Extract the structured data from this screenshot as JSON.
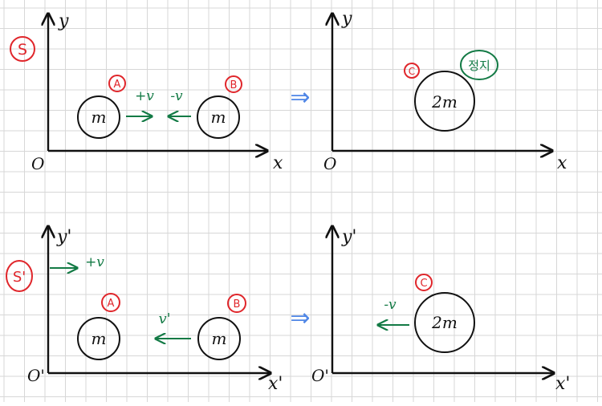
{
  "colors": {
    "grid": "#d7d7d7",
    "ink": "#111111",
    "red": "#e0262b",
    "green": "#137a45",
    "blue": "#4f86e6",
    "background": "#ffffff"
  },
  "panels": {
    "top_left": {
      "frame_label": "S",
      "origin": "O",
      "x_axis": "x",
      "y_axis": "y",
      "ball_a": {
        "tag": "A",
        "mass": "m",
        "velocity": "+v"
      },
      "ball_b": {
        "tag": "B",
        "mass": "m",
        "velocity": "-v"
      }
    },
    "top_right": {
      "origin": "O",
      "x_axis": "x",
      "y_axis": "y",
      "ball_c": {
        "tag": "C",
        "mass": "2m",
        "state": "정지"
      }
    },
    "bottom_left": {
      "frame_label": "S'",
      "frame_velocity": "+v",
      "origin": "O'",
      "x_axis": "x'",
      "y_axis": "y'",
      "ball_a": {
        "tag": "A",
        "mass": "m"
      },
      "ball_b": {
        "tag": "B",
        "mass": "m",
        "velocity": "v'"
      }
    },
    "bottom_right": {
      "origin": "O'",
      "x_axis": "x'",
      "y_axis": "y'",
      "ball_c": {
        "tag": "C",
        "mass": "2m",
        "velocity": "-v"
      }
    }
  },
  "implies_symbol": "⇒"
}
